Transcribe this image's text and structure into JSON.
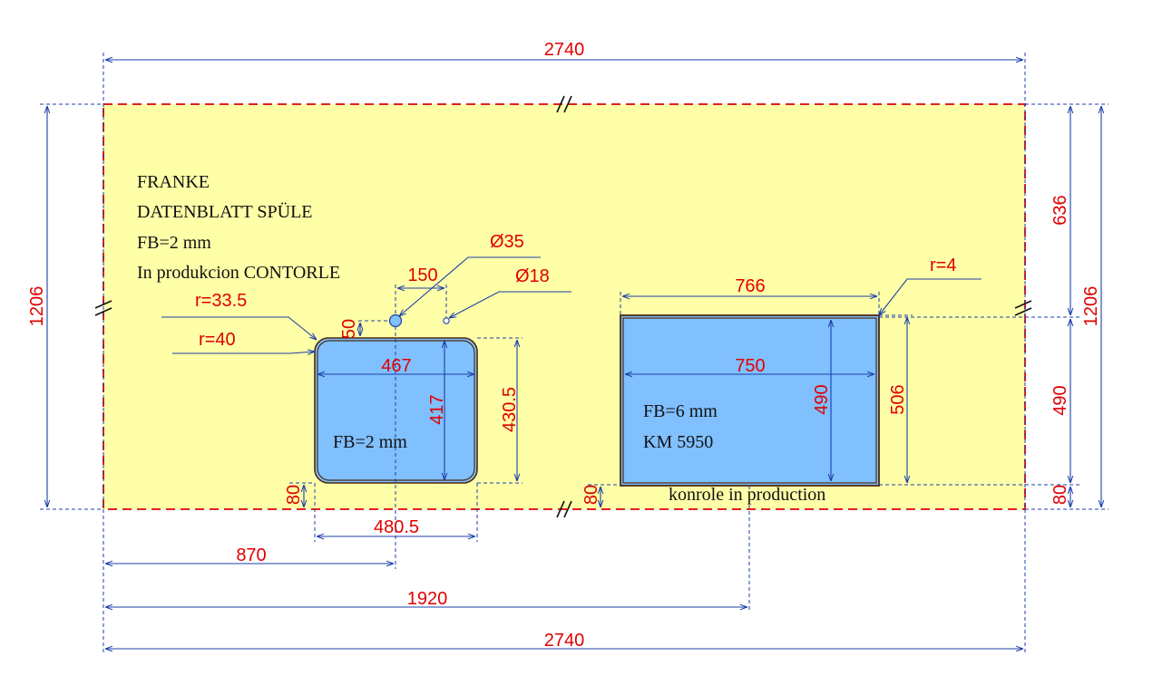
{
  "colors": {
    "countertop_fill": "#ffffa8",
    "countertop_border": "#e02020",
    "sink_fill": "#80c0ff",
    "dimension_text": "#e00000",
    "dimension_line": "#1c3fa8",
    "note_text": "#111111"
  },
  "notes": {
    "brand": "FRANKE",
    "datasheet": "DATENBLATT SPÜLE",
    "fb_main": "FB=2 mm",
    "production": "In produkcion CONTORLE",
    "sink_left_fb": "FB=2 mm",
    "cooktop_fb": "FB=6 mm",
    "cooktop_model": "KM 5950",
    "cooktop_check": "konrole in production"
  },
  "dims": {
    "total_top": "2740",
    "total_bottom": "2740",
    "offset_1920": "1920",
    "offset_870": "870",
    "sink_outer_width": "480.5",
    "sink_inner_width": "467",
    "sink_inner_depth": "417",
    "sink_outer_depth": "430.5",
    "sink_radius_outer": "r=33.5",
    "sink_radius_inner": "r=40",
    "tap_spacing": "150",
    "tap_hole_large": "Ø35",
    "tap_hole_small": "Ø18",
    "tap_offset": "50",
    "sink_front_offset": "80",
    "cooktop_outer_width": "766",
    "cooktop_inner_width": "750",
    "cooktop_inner_depth": "490",
    "cooktop_outer_depth": "506",
    "cooktop_radius": "r=4",
    "cooktop_front_offset": "80",
    "depth_left": "1206",
    "depth_right": "1206",
    "back_offset": "636",
    "right_490": "490",
    "right_80": "80"
  }
}
